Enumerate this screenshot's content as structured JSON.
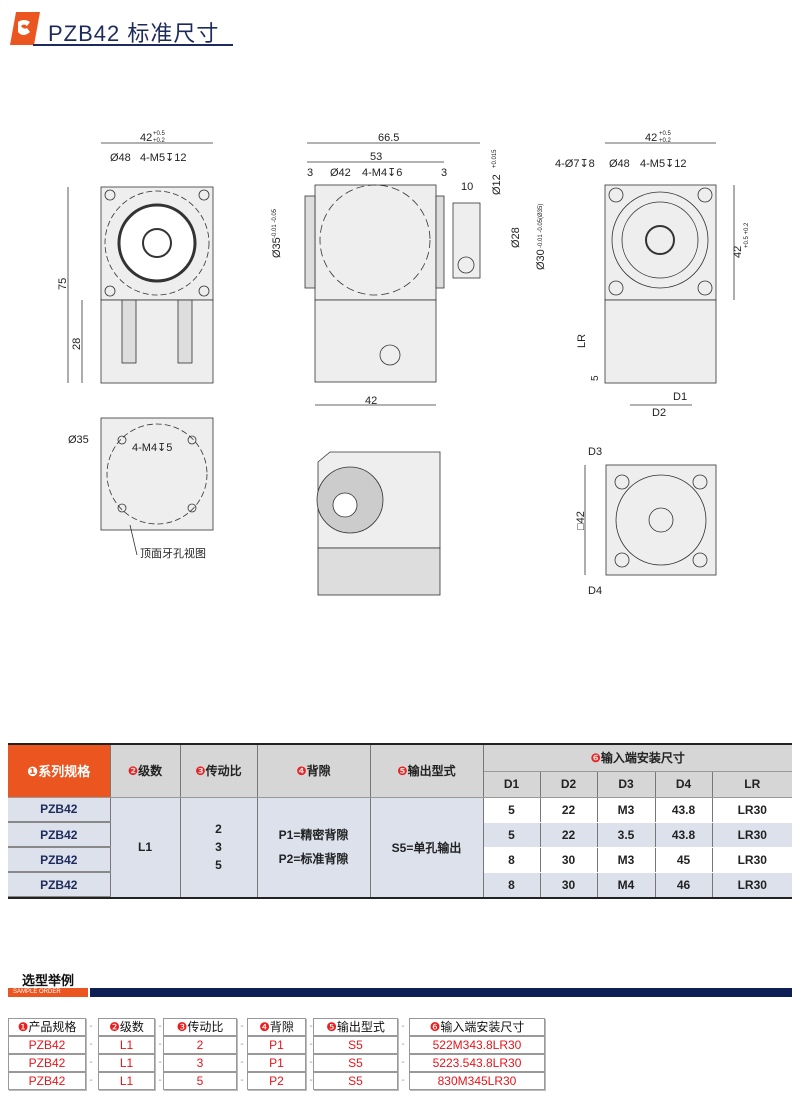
{
  "header": {
    "title": "PZB42 标准尺寸",
    "brand_color": "#ea5520",
    "title_color": "#1d2a5c"
  },
  "drawings": {
    "front": {
      "width": "42",
      "width_tol_upper": "+0.5",
      "width_tol_lower": "+0.2",
      "flange": "Ø48",
      "holes": "4-M5↧12",
      "height": "75",
      "base": "28"
    },
    "side": {
      "total": "66.5",
      "body": "53",
      "gap_left": "3",
      "gap_right": "3",
      "pcd": "Ø42",
      "holes": "4-M4↧6",
      "collar": "10",
      "shaft": "Ø12",
      "shaft_tol_upper": "+0.015",
      "shaft_tol_lower": "0",
      "d28": "Ø28",
      "d30": "Ø30",
      "d30_tol": "-0.01 -0.05(Ø35)",
      "pilot": "Ø35",
      "pilot_tol": "-0.01 -0.05",
      "base": "42"
    },
    "right": {
      "width": "42",
      "width_tol_upper": "+0.5",
      "width_tol_lower": "+0.2",
      "corner_holes": "4-Ø7↧8",
      "flange": "Ø48",
      "holes": "4-M5↧12",
      "height": "42",
      "height_tol": "+0.5 +0.2",
      "lr": "LR",
      "five": "5",
      "d1": "D1",
      "d2": "D2"
    },
    "top": {
      "pcd": "Ø35",
      "holes": "4-M4↧5",
      "caption": "顶面牙孔视图"
    },
    "input": {
      "d3": "D3",
      "square": "□42",
      "d4": "D4"
    }
  },
  "spec_table": {
    "headers": [
      {
        "n": "❶",
        "t": "系列规格"
      },
      {
        "n": "❷",
        "t": "级数"
      },
      {
        "n": "❸",
        "t": "传动比"
      },
      {
        "n": "❹",
        "t": "背隙"
      },
      {
        "n": "❺",
        "t": "输出型式"
      },
      {
        "n": "❻",
        "t": "输入端安装尺寸"
      }
    ],
    "sub_headers": [
      "D1",
      "D2",
      "D3",
      "D4",
      "LR"
    ],
    "models": [
      "PZB42",
      "PZB42",
      "PZB42",
      "PZB42"
    ],
    "stage": "L1",
    "ratios": [
      "2",
      "3",
      "5"
    ],
    "backlash": [
      "P1=精密背隙",
      "P2=标准背隙"
    ],
    "output": "S5=单孔输出",
    "rows": [
      [
        "5",
        "22",
        "M3",
        "43.8",
        "LR30"
      ],
      [
        "5",
        "22",
        "3.5",
        "43.8",
        "LR30"
      ],
      [
        "8",
        "30",
        "M3",
        "45",
        "LR30"
      ],
      [
        "8",
        "30",
        "M4",
        "46",
        "LR30"
      ]
    ]
  },
  "sample": {
    "title": "选型举例",
    "tag": "SAMPLE ORDER",
    "columns": [
      {
        "n": "❶",
        "h": "产品规格",
        "v": [
          "PZB42",
          "PZB42",
          "PZB42"
        ]
      },
      {
        "n": "❷",
        "h": "级数",
        "v": [
          "L1",
          "L1",
          "L1"
        ]
      },
      {
        "n": "❸",
        "h": "传动比",
        "v": [
          "2",
          "3",
          "5"
        ]
      },
      {
        "n": "❹",
        "h": "背隙",
        "v": [
          "P1",
          "P1",
          "P2"
        ]
      },
      {
        "n": "❺",
        "h": "输出型式",
        "v": [
          "S5",
          "S5",
          "S5"
        ]
      },
      {
        "n": "❻",
        "h": "输入端安装尺寸",
        "v": [
          "522M343.8LR30",
          "5223.543.8LR30",
          "830M345LR30"
        ]
      }
    ],
    "separator": "-"
  }
}
